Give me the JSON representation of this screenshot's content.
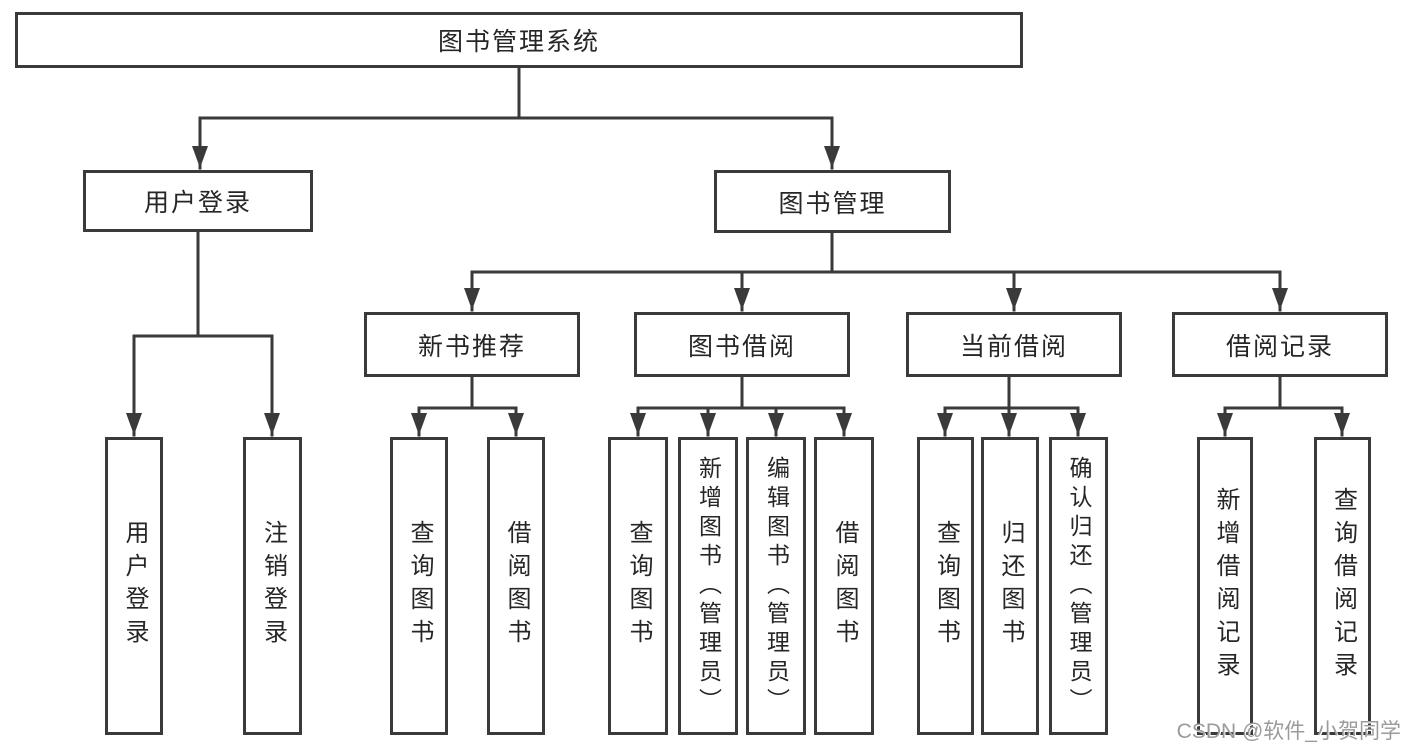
{
  "diagram_title": "图书管理系统",
  "tree": {
    "root": {
      "label": "图书管理系统"
    },
    "branches": [
      {
        "label": "用户登录",
        "children": [
          {
            "label": "用户登录"
          },
          {
            "label": "注销登录"
          }
        ]
      },
      {
        "label": "图书管理",
        "children": [
          {
            "label": "新书推荐",
            "children": [
              {
                "label": "查询图书"
              },
              {
                "label": "借阅图书"
              }
            ]
          },
          {
            "label": "图书借阅",
            "children": [
              {
                "label": "查询图书"
              },
              {
                "label": "新增图书（管理员）"
              },
              {
                "label": "编辑图书（管理员）"
              },
              {
                "label": "借阅图书"
              }
            ]
          },
          {
            "label": "当前借阅",
            "children": [
              {
                "label": "查询图书"
              },
              {
                "label": "归还图书"
              },
              {
                "label": "确认归还（管理员）"
              }
            ]
          },
          {
            "label": "借阅记录",
            "children": [
              {
                "label": "新增借阅记录"
              },
              {
                "label": "查询借阅记录"
              }
            ]
          }
        ]
      }
    ]
  },
  "watermark": "CSDN @软件_小贺同学",
  "colors": {
    "line": "#3a3a3a",
    "text": "#262626",
    "background": "#ffffff",
    "watermark": "#9b9b9b"
  }
}
